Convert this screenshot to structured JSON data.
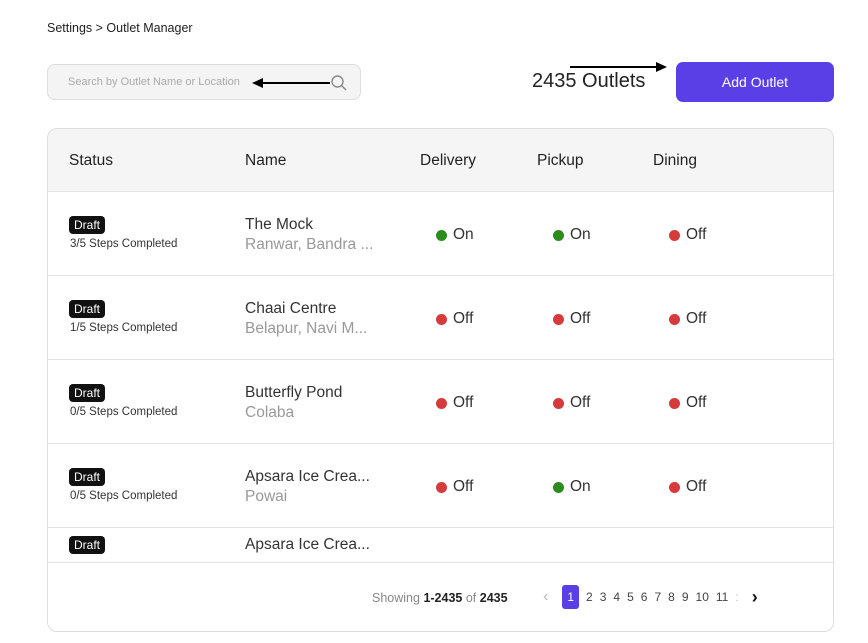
{
  "breadcrumb": "Settings > Outlet Manager",
  "search": {
    "placeholder": "Search by Outlet Name or Location"
  },
  "outlet_count": "2435 Outlets",
  "add_button": "Add Outlet",
  "colors": {
    "accent": "#5b3fe6",
    "on": "#2e8b1e",
    "off": "#d63a3a"
  },
  "table": {
    "headers": [
      "Status",
      "Name",
      "Delivery",
      "Pickup",
      "Dining"
    ],
    "rows": [
      {
        "status": "Draft",
        "steps": "3/5 Steps Completed",
        "name": "The Mock",
        "location": "Ranwar, Bandra ...",
        "delivery": "On",
        "pickup": "On",
        "dining": "Off"
      },
      {
        "status": "Draft",
        "steps": "1/5 Steps Completed",
        "name": "Chaai Centre",
        "location": "Belapur, Navi M...",
        "delivery": "Off",
        "pickup": "Off",
        "dining": "Off"
      },
      {
        "status": "Draft",
        "steps": "0/5 Steps Completed",
        "name": "Butterfly Pond",
        "location": "Colaba",
        "delivery": "Off",
        "pickup": "Off",
        "dining": "Off"
      },
      {
        "status": "Draft",
        "steps": "0/5 Steps Completed",
        "name": "Apsara Ice Crea...",
        "location": "Powai",
        "delivery": "Off",
        "pickup": "On",
        "dining": "Off"
      },
      {
        "status": "Draft",
        "steps": "",
        "name": "Apsara Ice Crea...",
        "location": "",
        "delivery": "",
        "pickup": "",
        "dining": ""
      }
    ]
  },
  "footer": {
    "showing_prefix": "Showing",
    "range": "1-2435",
    "of": "of",
    "total": "2435",
    "pages": [
      "1",
      "2",
      "3",
      "4",
      "5",
      "6",
      "7",
      "8",
      "9",
      "10",
      "11",
      ":"
    ],
    "current_page": "1"
  }
}
